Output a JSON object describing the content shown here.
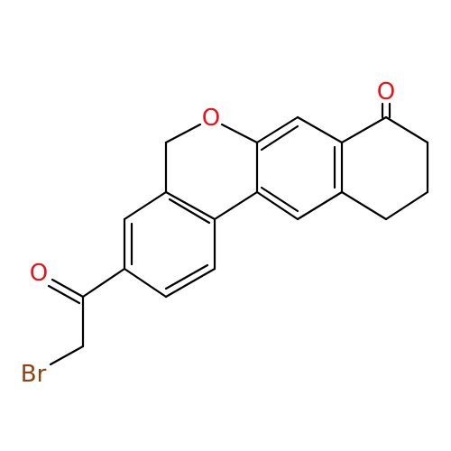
{
  "molecule": {
    "atoms": [
      {
        "id": "o_ring",
        "symbol": "O",
        "color": "#e8141b"
      },
      {
        "id": "o_ketone",
        "symbol": "O",
        "color": "#e8141b"
      },
      {
        "id": "o_acyl",
        "symbol": "O",
        "color": "#e8141b"
      },
      {
        "id": "br",
        "symbol": "Br",
        "color": "#8b4513"
      }
    ]
  },
  "colors": {
    "bond": "#000000",
    "oxygen": "#e8141b",
    "bromine": "#8b4513",
    "background": "#ffffff"
  }
}
